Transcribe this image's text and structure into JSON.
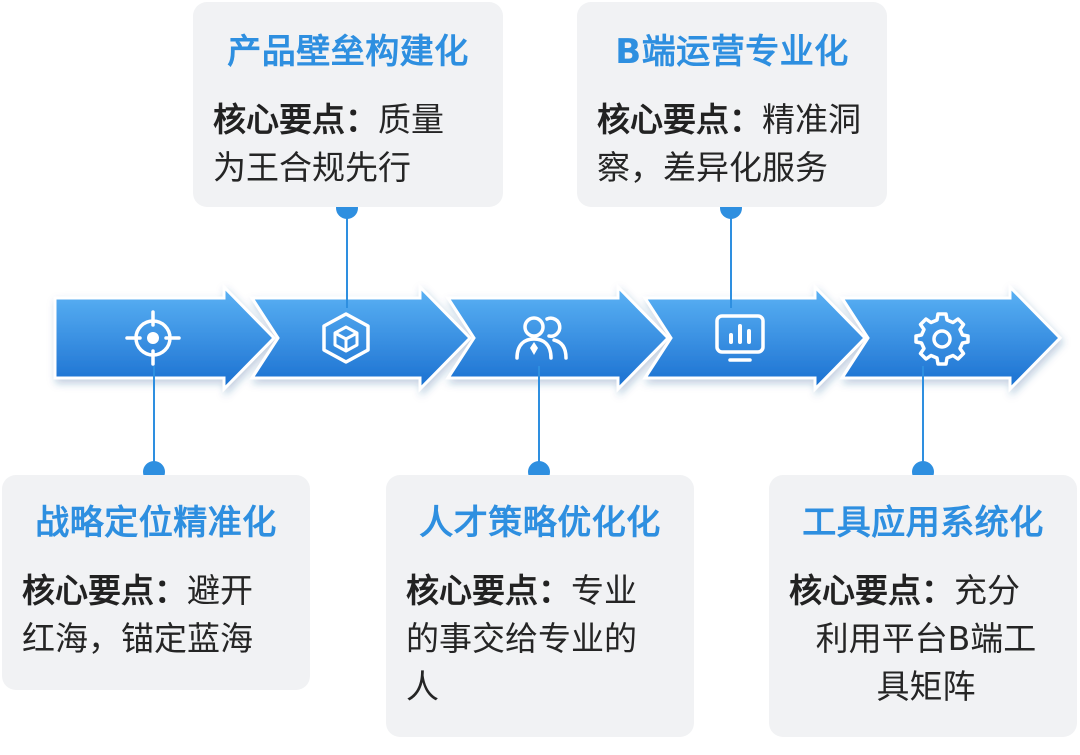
{
  "stages": [
    {
      "title": "战略定位精准化",
      "label": "核心要点：",
      "desc_lines": [
        "避开",
        "红海，锚定蓝海"
      ],
      "icon": "target-icon"
    },
    {
      "title": "产品壁垒构建化",
      "label": "核心要点：",
      "desc_lines": [
        "质量",
        "为王合规先行"
      ],
      "icon": "cube-icon"
    },
    {
      "title": "人才策略优化化",
      "label": "核心要点：",
      "desc_lines": [
        "专业",
        "的事交给专业的",
        "人"
      ],
      "icon": "users-icon"
    },
    {
      "title": "B端运营专业化",
      "label": "核心要点：",
      "desc_lines": [
        "精准洞",
        "察，差异化服务"
      ],
      "icon": "chart-monitor-icon"
    },
    {
      "title": "工具应用系统化",
      "label": "核心要点：",
      "desc_lines": [
        "充分",
        "利用平台B端工",
        "具矩阵"
      ],
      "icon": "gear-icon"
    }
  ],
  "colors": {
    "accent": "#2e8fe0",
    "arrow_light": "#5cb3f5",
    "arrow_dark": "#1a6fd0",
    "card_bg": "#f1f2f4"
  }
}
